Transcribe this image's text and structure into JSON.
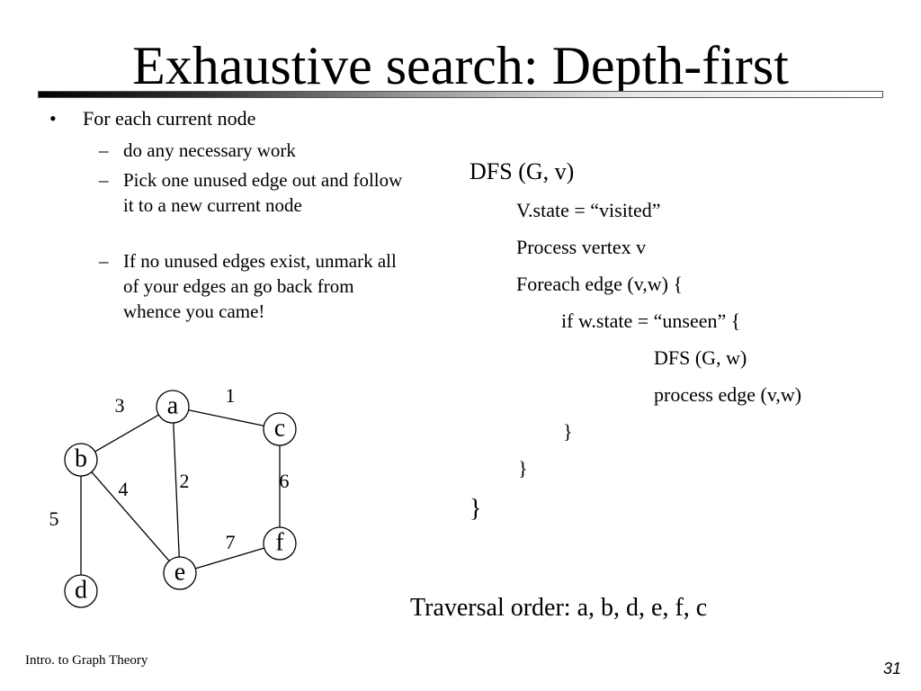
{
  "slide": {
    "title": "Exhaustive search: Depth-first",
    "page_number": "31",
    "footer": "Intro. to Graph Theory"
  },
  "bullets": {
    "marker": "•",
    "main": "For each current node",
    "dash": "–",
    "sub": [
      "do any necessary work",
      "Pick one unused edge out and follow it to a new current node",
      "If no unused edges exist, unmark all of your edges an go back from whence you came!"
    ]
  },
  "pseudocode": [
    "DFS (G, v)",
    "V.state = “visited”",
    "Process vertex v",
    "Foreach edge (v,w) {",
    "if w.state = “unseen” {",
    "DFS (G, w)",
    "process edge (v,w)",
    "}",
    "}",
    "}"
  ],
  "traversal_order": "Traversal order: a, b, d, e, f, c",
  "graph": {
    "nodes": [
      {
        "id": "a"
      },
      {
        "id": "b"
      },
      {
        "id": "c"
      },
      {
        "id": "d"
      },
      {
        "id": "e"
      },
      {
        "id": "f"
      }
    ],
    "edges": [
      {
        "from": "a",
        "to": "c",
        "label": "1"
      },
      {
        "from": "a",
        "to": "e",
        "label": "2"
      },
      {
        "from": "a",
        "to": "b",
        "label": "3"
      },
      {
        "from": "b",
        "to": "e",
        "label": "4"
      },
      {
        "from": "b",
        "to": "d",
        "label": "5"
      },
      {
        "from": "c",
        "to": "f",
        "label": "6"
      },
      {
        "from": "e",
        "to": "f",
        "label": "7"
      }
    ]
  }
}
